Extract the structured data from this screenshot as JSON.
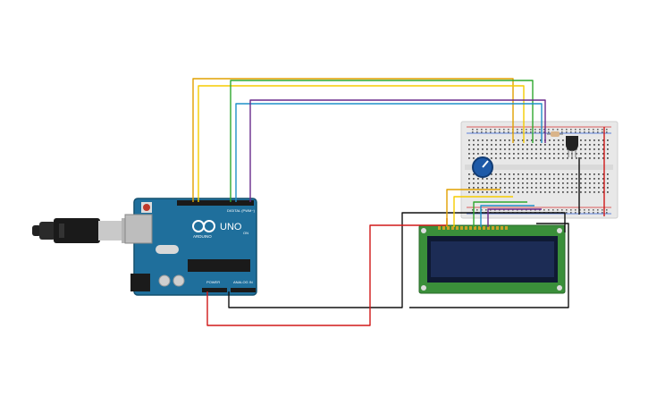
{
  "arduino": {
    "model": "UNO",
    "brand": "ARDUINO",
    "header_digital": "DIGITAL (PWM~)",
    "header_power": "POWER",
    "header_analog": "ANALOG IN",
    "onoff": "ON"
  },
  "lcd": {
    "screen_color": "#1c2c55",
    "pcb_color": "#3a8f3a"
  },
  "wires": {
    "colors": [
      "#e0a000",
      "#f5cc00",
      "#2fa82f",
      "#1e90c8",
      "#6a2a8c",
      "#111111",
      "#d01818"
    ]
  },
  "icons": [
    "usb-cable-icon",
    "potentiometer-icon",
    "temperature-sensor-icon",
    "resistor-icon"
  ]
}
